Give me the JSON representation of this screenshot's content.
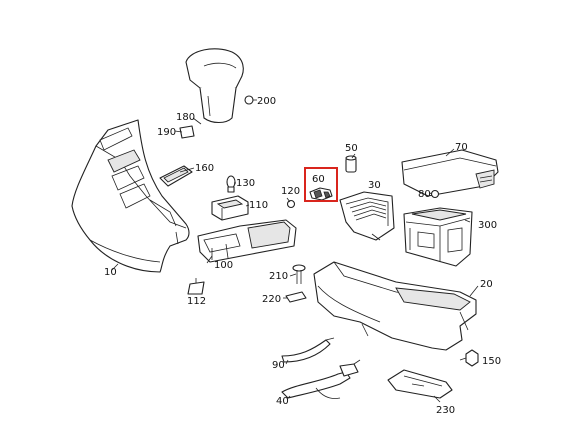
{
  "diagram": {
    "highlight_color": "#d9251d",
    "labels": {
      "p10": "10",
      "p20": "20",
      "p30": "30",
      "p40": "40",
      "p50": "50",
      "p60": "60",
      "p70": "70",
      "p80": "80",
      "p90": "90",
      "p100": "100",
      "p110": "110",
      "p112": "112",
      "p120": "120",
      "p130": "130",
      "p150": "150",
      "p160": "160",
      "p180": "180",
      "p190": "190",
      "p200": "200",
      "p210": "210",
      "p220": "220",
      "p230": "230",
      "p300": "300"
    },
    "highlighted_part": "60"
  }
}
